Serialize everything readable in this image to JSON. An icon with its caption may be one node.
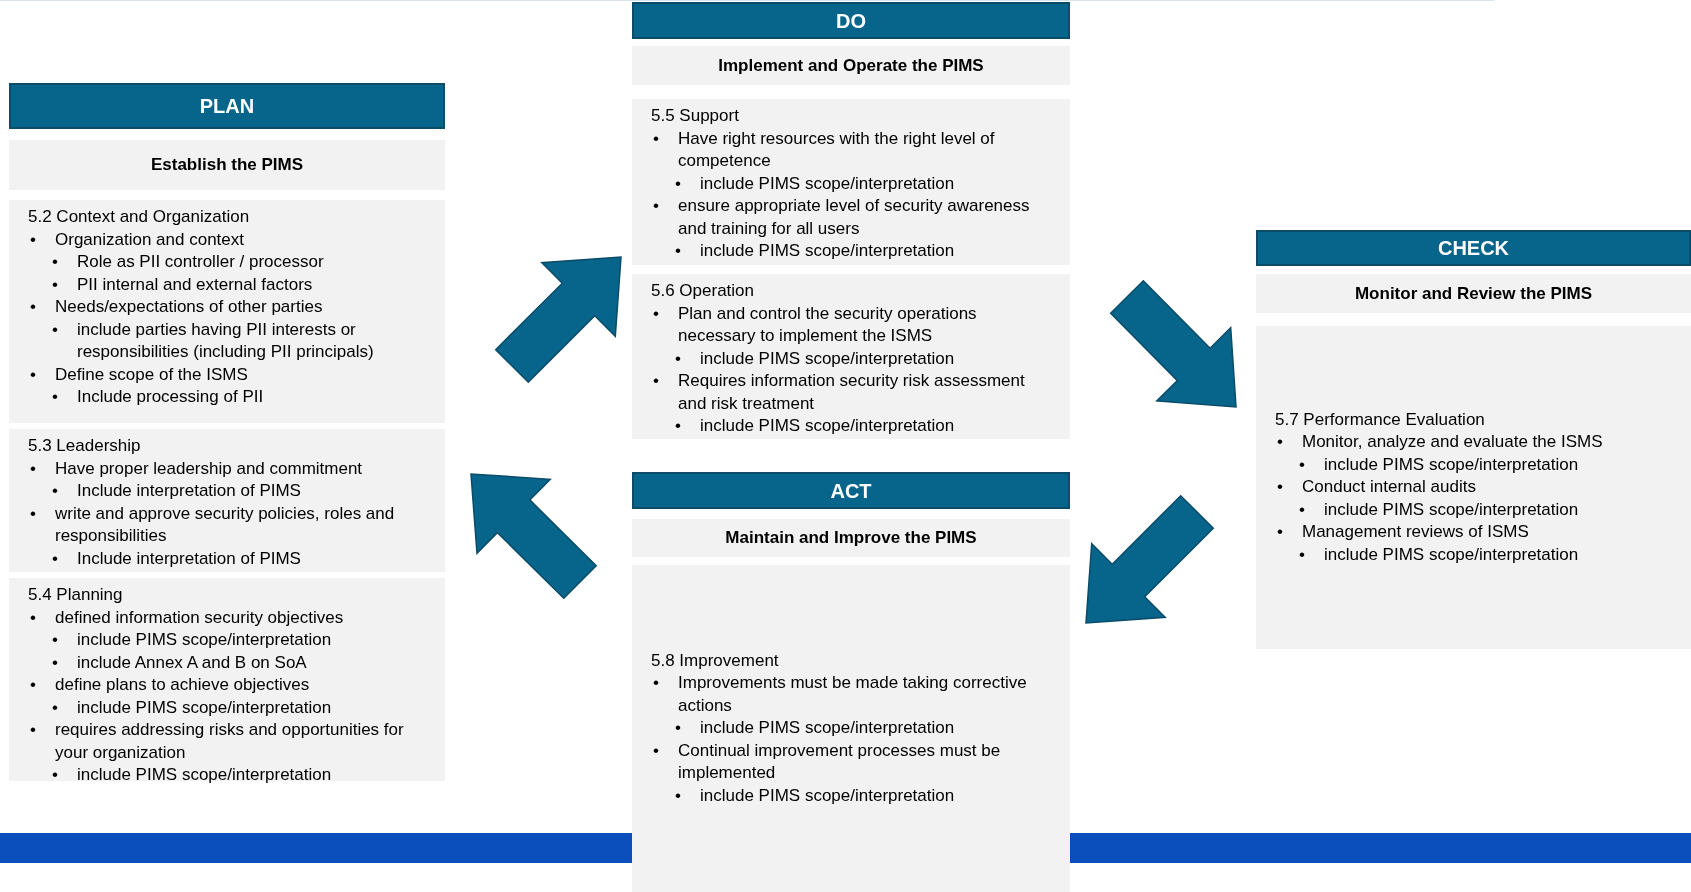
{
  "diagram": {
    "nodes": [
      {
        "text": [
          "PLAN"
        ]
      },
      {
        "text": [
          "Establish the PIMS"
        ]
      },
      {
        "text": [
          "5.2 Context and Organization",
          "• Organization and context",
          "• Role as PII controller / processor",
          "• PII internal and external factors",
          "• Needs/expectations of other parties",
          "• include parties having PII interests or responsibilities (including PII principals)",
          "• Define scope of the ISMS",
          "• Include processing of PII"
        ]
      },
      {
        "text": [
          "5.3 Leadership",
          "• Have proper leadership and commitment",
          "• Include interpretation of PIMS",
          "• write and approve security policies, roles and responsibilities",
          "• Include interpretation of PIMS"
        ]
      },
      {
        "text": [
          "5.4 Planning",
          "• defined information security objectives",
          "• include PIMS scope/interpretation",
          "• include Annex A and B on SoA",
          "• define plans to achieve objectives",
          "• include PIMS scope/interpretation",
          "• requires addressing risks and opportunities for your organization",
          "• include PIMS scope/interpretation"
        ]
      },
      {
        "text": [
          "DO"
        ]
      },
      {
        "text": [
          "Implement and Operate the PIMS"
        ]
      },
      {
        "text": [
          "5.5 Support",
          "• Have right resources with the right level of competence",
          "• include PIMS scope/interpretation",
          "• ensure appropriate level of security awareness and training for all users",
          "• include PIMS scope/interpretation"
        ]
      },
      {
        "text": [
          "5.6 Operation",
          "• Plan and control the security operations necessary to implement the ISMS",
          "• include PIMS scope/interpretation",
          "• Requires information security risk assessment and risk treatment",
          "• include PIMS scope/interpretation"
        ]
      },
      {
        "text": [
          "CHECK"
        ]
      },
      {
        "text": [
          "Monitor and Review the PIMS"
        ]
      },
      {
        "text": [
          "5.7 Performance Evaluation",
          "• Monitor, analyze and evaluate the ISMS",
          "• include PIMS scope/interpretation",
          "• Conduct internal audits",
          "• include PIMS scope/interpretation",
          "• Management reviews of ISMS",
          "• include PIMS scope/interpretation"
        ]
      },
      {
        "text": [
          "ACT"
        ]
      },
      {
        "text": [
          "Maintain and Improve the PIMS"
        ]
      },
      {
        "text": [
          "5.8 Improvement",
          "• Improvements must be made taking corrective actions",
          "• include PIMS scope/interpretation",
          "• Continual improvement processes must be implemented",
          "• include PIMS scope/interpretation"
        ]
      }
    ],
    "edges": [
      {
        "from": 2,
        "to": 7,
        "arrow": "to",
        "style": "thick"
      },
      {
        "from": 8,
        "to": 11,
        "arrow": "to",
        "style": "thick"
      },
      {
        "from": 11,
        "to": 14,
        "arrow": "to",
        "style": "thick"
      },
      {
        "from": 14,
        "to": 3,
        "arrow": "to",
        "style": "thick"
      }
    ]
  }
}
